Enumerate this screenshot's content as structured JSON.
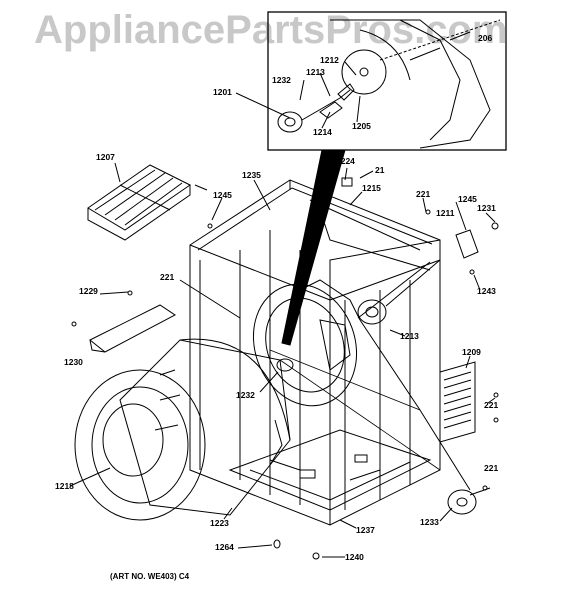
{
  "watermark": "AppliancePartsPros.com",
  "art_number": "(ART NO. WE403) C4",
  "parts": {
    "p1201": "1201",
    "p1232_inset": "1232",
    "p1213_inset": "1213",
    "p1212": "1212",
    "p1214": "1214",
    "p1205": "1205",
    "p206": "206",
    "p1207": "1207",
    "p1245_left": "1245",
    "p1235": "1235",
    "p1224": "1224",
    "p21": "21",
    "p1215": "1215",
    "p221_top": "221",
    "p1245_right": "1245",
    "p1211": "1211",
    "p1231": "1231",
    "p221_left": "221",
    "p1229": "1229",
    "p1243": "1243",
    "p1213": "1213",
    "p1230": "1230",
    "p1209": "1209",
    "p1232": "1232",
    "p221_right": "221",
    "p1218": "1218",
    "p221_bottom": "221",
    "p1223": "1223",
    "p1237": "1237",
    "p1233": "1233",
    "p1264": "1264",
    "p1240": "1240"
  }
}
